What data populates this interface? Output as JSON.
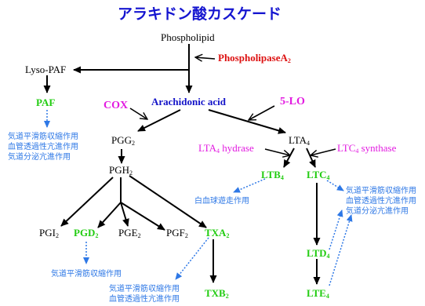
{
  "colors": {
    "title": "#1515d0",
    "black": "#000000",
    "red": "#dd1111",
    "blue": "#1212c8",
    "magenta": "#e21ae0",
    "green": "#22cc11",
    "effect_blue": "#2e78e6"
  },
  "title": "アラキドン酸カスケード",
  "nodes": {
    "phospholipid": "Phospholipid",
    "phospholipase": "PhospholipaseA",
    "phospholipase_sub": "2",
    "lyso_paf": "Lyso-PAF",
    "paf": "PAF",
    "cox": "COX",
    "arachidonic_acid": "Arachidonic acid",
    "five_lo": "5-LO",
    "pgg": "PGG",
    "pgg_sub": "2",
    "pgh": "PGH",
    "pgh_sub": "2",
    "lta4_hydrase": "LTA",
    "lta4_hydrase_sub": "4",
    "lta4_hydrase_rest": " hydrase",
    "lta": "LTA",
    "lta_sub": "4",
    "ltc4_synthase": "LTC",
    "ltc4_synthase_sub": "4",
    "ltc4_synthase_rest": " synthase",
    "ltb": "LTB",
    "ltb_sub": "4",
    "ltc": "LTC",
    "ltc_sub": "4",
    "pgi": "PGI",
    "pgi_sub": "2",
    "pgd": "PGD",
    "pgd_sub": "2",
    "pge": "PGE",
    "pge_sub": "2",
    "pgf": "PGF",
    "pgf_sub": "2",
    "txa": "TXA",
    "txa_sub": "2",
    "ltd": "LTD",
    "ltd_sub": "4",
    "txb": "TXB",
    "txb_sub": "2",
    "lte": "LTE",
    "lte_sub": "4"
  },
  "effects": {
    "paf": [
      "気道平滑筋収縮作用",
      "血管透過性亢進作用",
      "気道分泌亢進作用"
    ],
    "ltb": [
      "白血球遊走作用"
    ],
    "ltc": [
      "気道平滑筋収縮作用",
      "血管透過性亢進作用",
      "気道分泌亢進作用"
    ],
    "pgd": [
      "気道平滑筋収縮作用"
    ],
    "txa": [
      "気道平滑筋収縮作用",
      "血管透過性亢進作用"
    ]
  }
}
